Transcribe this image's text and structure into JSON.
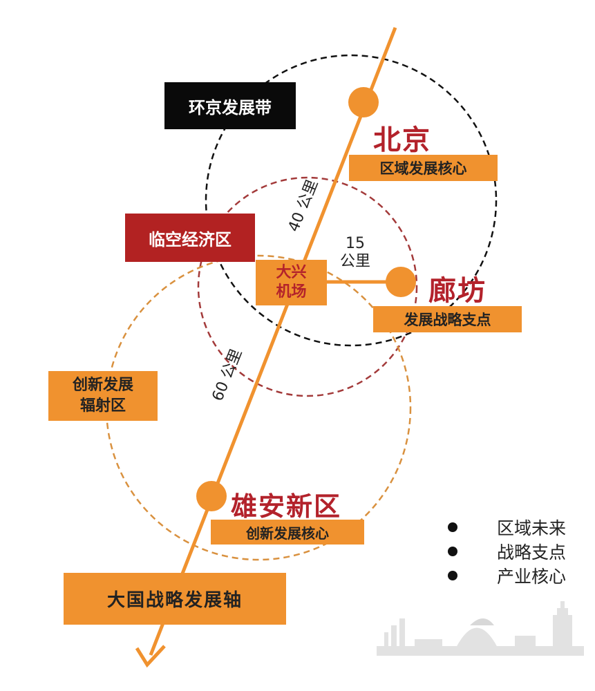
{
  "axis": {
    "label": "大国战略发展轴"
  },
  "cities": {
    "beijing": {
      "name": "北京",
      "role": "区域发展核心"
    },
    "langfang": {
      "name": "廊坊",
      "role": "发展战略支点"
    },
    "xiongan": {
      "name": "雄安新区",
      "role": "创新发展核心"
    }
  },
  "airport": {
    "name": "大兴\n机场"
  },
  "zones": {
    "huanjing": "环京发展带",
    "linkong": "临空经济区",
    "chuangxin": "创新发展\n辐射区"
  },
  "distances": {
    "beijing_airport": "40 公里",
    "airport_langfang": "15\n公里",
    "airport_xiongan": "60 公里"
  },
  "legend": [
    "区域未来",
    "战略支点",
    "产业核心"
  ],
  "colors": {
    "orange": "#f0922f",
    "dark_red": "#b22222",
    "city_text": "#b3222b",
    "black": "#0a0a0a"
  }
}
